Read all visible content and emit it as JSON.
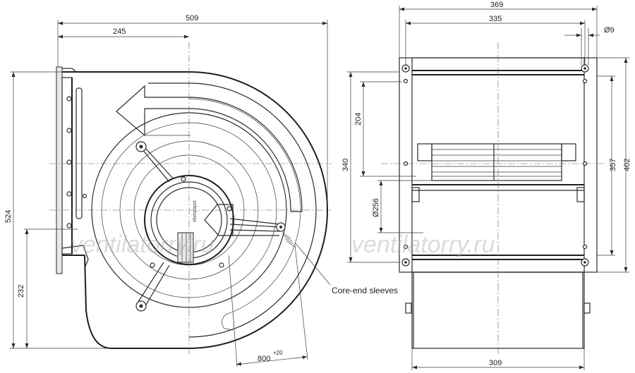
{
  "dimensions": {
    "overall_width": "509",
    "axis_offset": "245",
    "overall_height": "524",
    "axis_height": "232",
    "cable_length": "800",
    "cable_tolerance": "+20",
    "side_width_outer": "369",
    "side_width_inner": "335",
    "hole_diameter": "Ø9",
    "side_height_upper": "204",
    "side_height_mid": "340",
    "motor_diameter": "Ø256",
    "side_height_357": "357",
    "side_height_402": "402",
    "housing_width": "309"
  },
  "annotations": {
    "core_end_sleeves": "Core-end sleeves"
  },
  "watermarks": [
    "ventilatorry.ru",
    "ventilatorry.ru"
  ],
  "motor_brand": "ebmpapst"
}
